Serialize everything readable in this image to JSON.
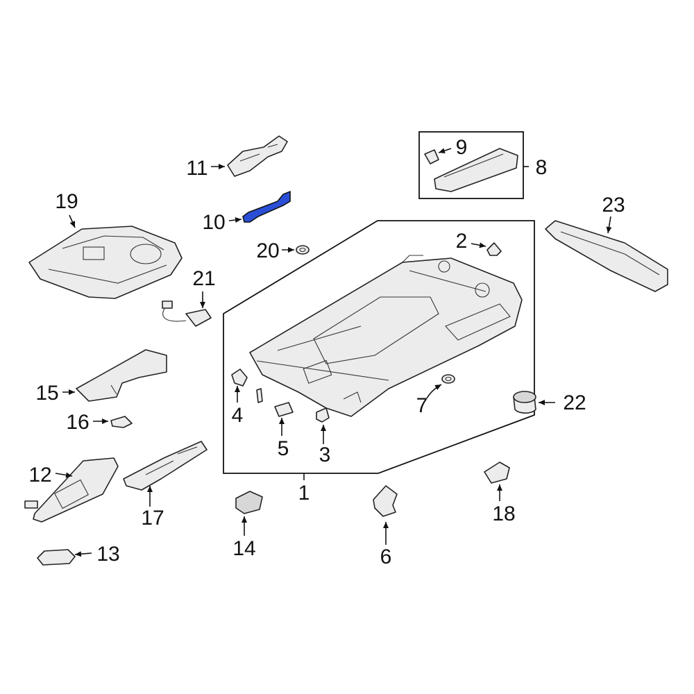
{
  "colors": {
    "highlight_part": "#2a4fd6",
    "line": "#222222",
    "part_fill": "#ececec",
    "background": "#ffffff"
  },
  "callouts": {
    "c1": "1",
    "c2": "2",
    "c3": "3",
    "c4": "4",
    "c5": "5",
    "c6": "6",
    "c7": "7",
    "c8": "8",
    "c9": "9",
    "c10": "10",
    "c11": "11",
    "c12": "12",
    "c13": "13",
    "c14": "14",
    "c15": "15",
    "c16": "16",
    "c17": "17",
    "c18": "18",
    "c19": "19",
    "c20": "20",
    "c21": "21",
    "c22": "22",
    "c23": "23"
  },
  "highlighted_callout": "10"
}
